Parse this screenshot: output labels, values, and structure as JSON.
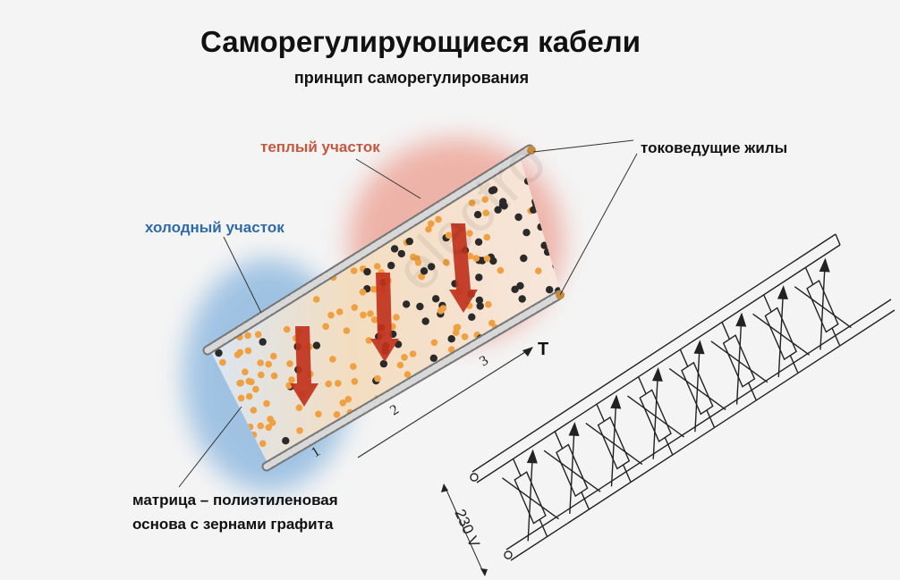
{
  "title": "Саморегулирующиеся кабели",
  "subtitle": "принцип саморегулирования",
  "labels": {
    "warm_section": "теплый участок",
    "cold_section": "холодный участок",
    "conductors": "токоведущие жилы",
    "matrix_line1": "матрица – полиэтиленовая",
    "matrix_line2": "основа с зернами графита",
    "temperature_axis": "T",
    "voltage": "230 V",
    "zone_1": "1",
    "zone_2": "2",
    "zone_3": "3"
  },
  "watermark": "electro",
  "colors": {
    "cold_glow": "#5b9bd5",
    "warm_glow": "#e8735e",
    "grain_orange": "#f0a040",
    "grain_graphite": "#2a2a2a",
    "arrow_red": "#c0321c",
    "wire": "#9a9a9a"
  }
}
